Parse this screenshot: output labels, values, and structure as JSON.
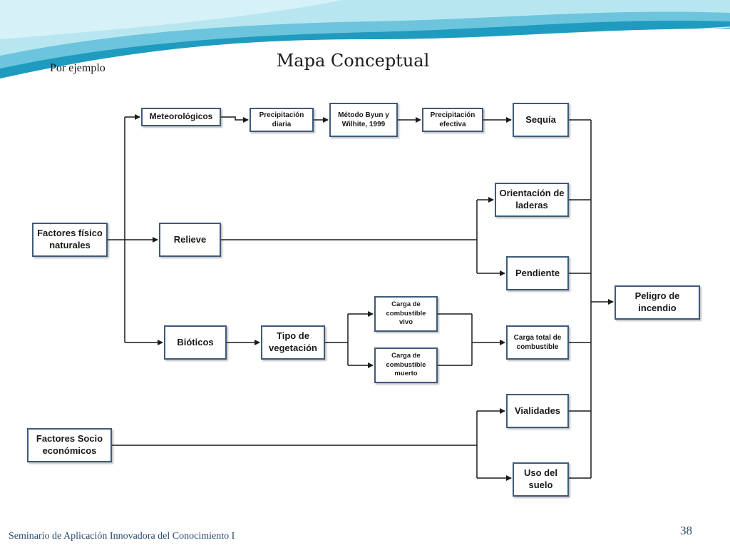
{
  "slide": {
    "title": "Mapa Conceptual",
    "subtitle": "Por ejemplo",
    "footer": "Seminario de Aplicación Innovadora del Conocimiento I",
    "page_number": "38"
  },
  "colors": {
    "node_border": "#3f5a7a",
    "connector": "#1a1a1a",
    "wave_light": "#b8e6f0",
    "wave_mid": "#6cc5dc",
    "wave_dark": "#1f9bbf",
    "footer_text": "#2b4a6b"
  },
  "nodes": {
    "meteorologicos": "Meteorológicos",
    "precip_diaria": "Precipitación diaria",
    "metodo_byun": "Método Byun y Wilhite, 1999",
    "precip_efectiva": "Precipitación efectiva",
    "sequia": "Sequía",
    "orientacion": "Orientación de laderas",
    "factores_fisico": "Factores físico naturales",
    "relieve": "Relieve",
    "pendiente": "Pendiente",
    "peligro": "Peligro de incendio",
    "carga_vivo": "Carga de combustible vivo",
    "bioticos": "Bióticos",
    "tipo_vegetacion": "Tipo de vegetación",
    "carga_total": "Carga total de combustible",
    "carga_muerto": "Carga de combustible muerto",
    "vialidades": "Vialidades",
    "factores_socio": "Factores Socio económicos",
    "uso_suelo": "Uso del suelo"
  }
}
